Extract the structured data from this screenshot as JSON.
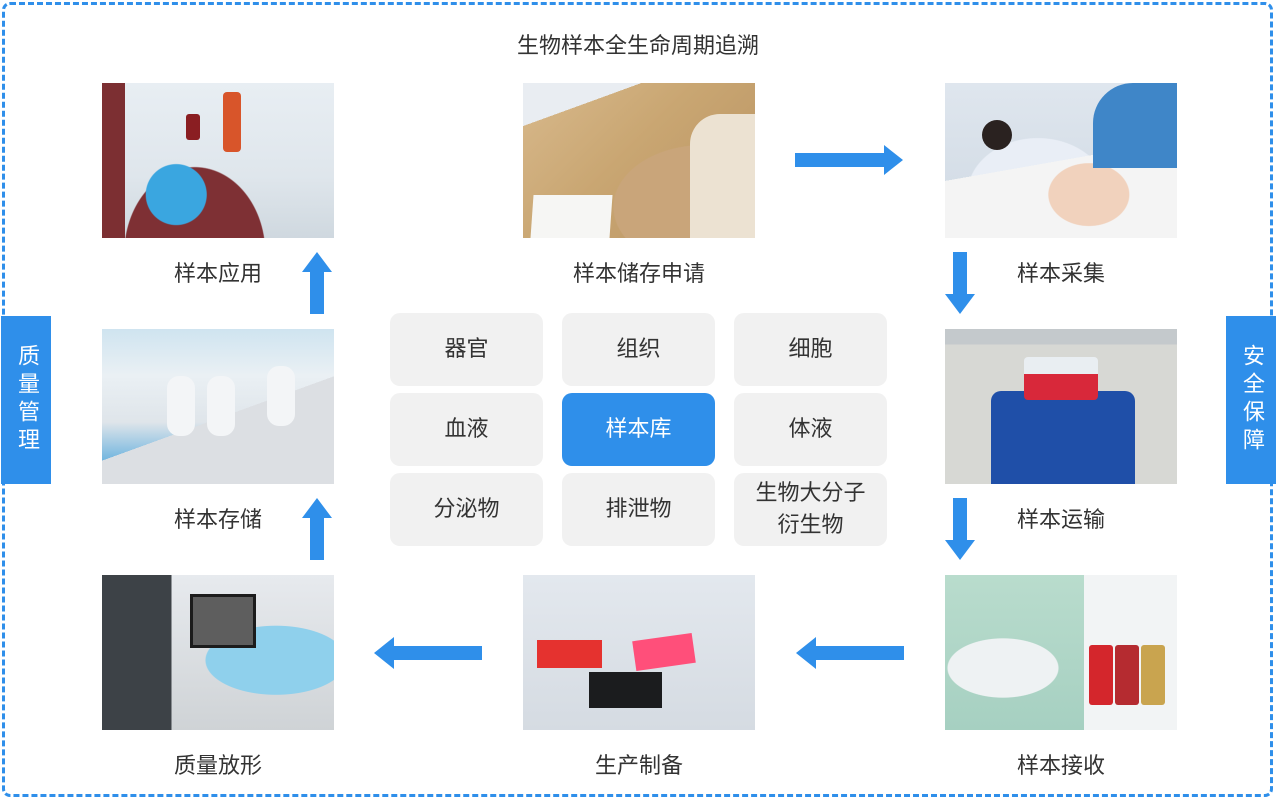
{
  "title": "生物样本全生命周期追溯",
  "colors": {
    "accent": "#2f8fea",
    "tile_bg": "#f1f1f1",
    "text": "#333333"
  },
  "side_tabs": {
    "left": "质量管理",
    "right": "安全保障"
  },
  "steps": {
    "storage_request": {
      "label": "样本储存申请",
      "photo": "consultation-photo"
    },
    "collection": {
      "label": "样本采集",
      "photo": "sample-collection-photo"
    },
    "transport": {
      "label": "样本运输",
      "photo": "transport-box-photo"
    },
    "receive": {
      "label": "样本接收",
      "photo": "lab-receiving-photo"
    },
    "production": {
      "label": "生产制备",
      "photo": "pipette-preparation-photo"
    },
    "quality_release": {
      "label": "质量放形",
      "photo": "microscope-qc-photo"
    },
    "storage": {
      "label": "样本存储",
      "photo": "cryo-storage-photo"
    },
    "application": {
      "label": "样本应用",
      "photo": "transfusion-photo"
    }
  },
  "flow_order": [
    "样本储存申请",
    "样本采集",
    "样本运输",
    "样本接收",
    "生产制备",
    "质量放形",
    "样本存储",
    "样本应用"
  ],
  "categories": [
    {
      "label": "器官",
      "active": false
    },
    {
      "label": "组织",
      "active": false
    },
    {
      "label": "细胞",
      "active": false
    },
    {
      "label": "血液",
      "active": false
    },
    {
      "label": "样本库",
      "active": true
    },
    {
      "label": "体液",
      "active": false
    },
    {
      "label": "分泌物",
      "active": false
    },
    {
      "label": "排泄物",
      "active": false
    },
    {
      "label": "生物大分子衍生物",
      "active": false
    }
  ]
}
